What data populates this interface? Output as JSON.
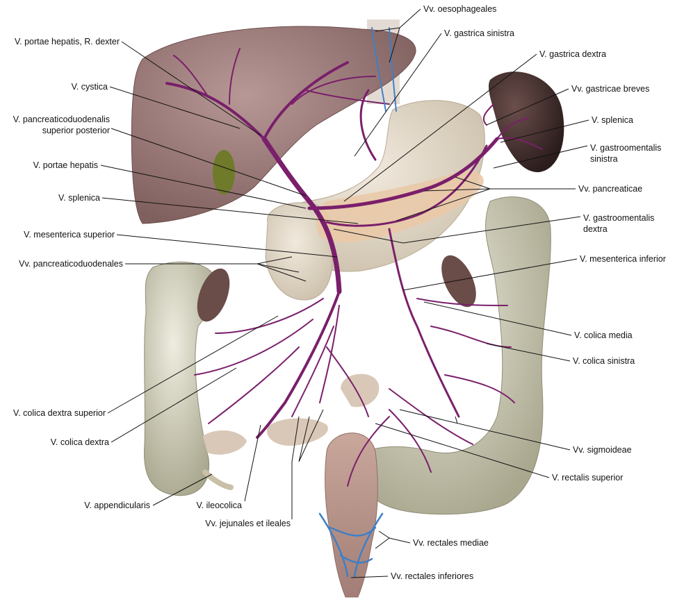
{
  "figure": {
    "labels_left": [
      "V. portae hepatis, R. dexter",
      "V. cystica",
      "V. pancreaticoduodenalis",
      "superior posterior",
      "V. portae hepatis",
      "V. splenica",
      "V. mesenterica superior",
      "Vv. pancreaticoduodenales",
      "V. colica dextra superior",
      "V. colica dextra",
      "V. appendicularis",
      "V. ileocolica",
      "Vv. jejunales et ileales"
    ],
    "labels_right": [
      "Vv. oesophageales",
      "V. gastrica sinistra",
      "V. gastrica dextra",
      "Vv. gastricae breves",
      "V. splenica",
      "V. gastroomentalis",
      "sinistra",
      "Vv. pancreaticae",
      "V. gastroomentalis",
      "dextra",
      "V. mesenterica inferior",
      "V. colica media",
      "V. colica sinistra",
      "Vv. sigmoideae",
      "V. rectalis superior",
      "Vv. rectales mediae",
      "Vv. rectales inferiores"
    ],
    "colors": {
      "liver": "#9c7a78",
      "spleen": "#4a3432",
      "stomach": "#e6dccb",
      "colon": "#d8d6bf",
      "pancreas": "#e9c9a8",
      "vein": "#7a1f6b",
      "rectal_vein": "#3f7fc6"
    }
  }
}
